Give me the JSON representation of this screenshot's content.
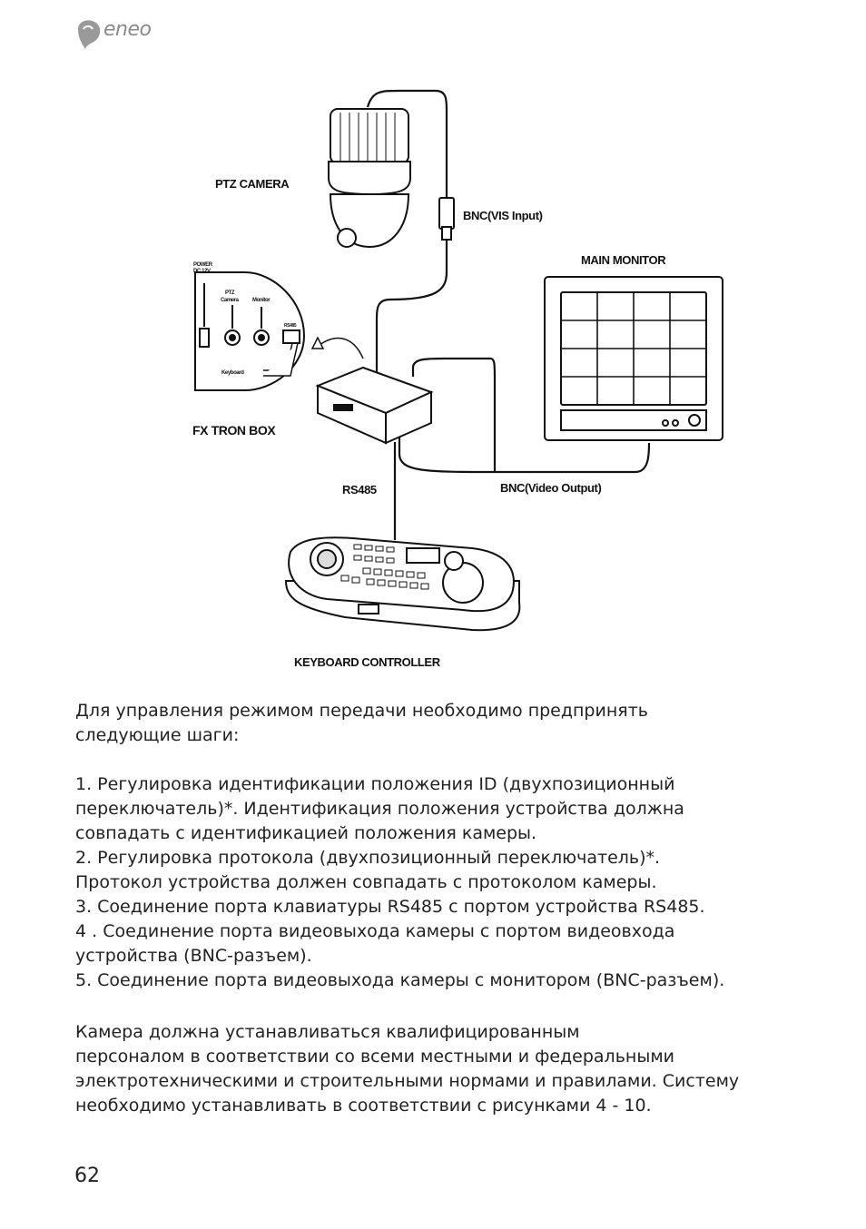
{
  "header": {
    "logo_text": "eneo"
  },
  "diagram": {
    "ptz_camera": "PTZ CAMERA",
    "bnc_vis_input": "BNC(VIS Input)",
    "main_monitor": "MAIN MONITOR",
    "power": "POWER",
    "power_dc": "DC 12V",
    "panel_ptz": "PTZ",
    "panel_camera": "Camera",
    "panel_monitor": "Monitor",
    "panel_rs485": "RS485",
    "panel_keyboard": "Keyboard",
    "fx_tron_box": "FX TRON BOX",
    "rs485": "RS485",
    "bnc_video_output": "BNC(Video Output)",
    "keyboard_controller": "KEYBOARD CONTROLLER"
  },
  "body": {
    "intro_line1": "Для управления режимом передачи необходимо предпринять",
    "intro_line2": "следующие шаги:",
    "step1_line1": "1.  Регулировка идентификации положения ID (двухпозиционный",
    "step1_line2": "переключатель)*. Идентификация положения устройства должна",
    "step1_line3": "совпадать с идентификацией положения камеры.",
    "step2_line1": "2.  Регулировка протокола (двухпозиционный переключатель)*.",
    "step2_line2": "Протокол устройства должен совпадать с протоколом камеры.",
    "step3_line1": "3.  Соединение порта клавиатуры RS485 с портом устройства RS485.",
    "step4_line1": "4 . Соединение порта видеовыхода камеры с портом видеовхода",
    "step4_line2": "устройства (BNC-разъем).",
    "step5_line1": "5.  Соединение порта видеовыхода камеры с монитором (BNC-разъем).",
    "note_line1": "Камера должна устанавливаться квалифицированным",
    "note_line2": "персоналом в соответствии со всеми местными и федеральными",
    "note_line3": "электротехническими и строительными нормами и правилами. Систему",
    "note_line4": "необходимо устанавливать в соответствии с рисунками 4 - 10."
  },
  "footer": {
    "page_number": "62"
  }
}
